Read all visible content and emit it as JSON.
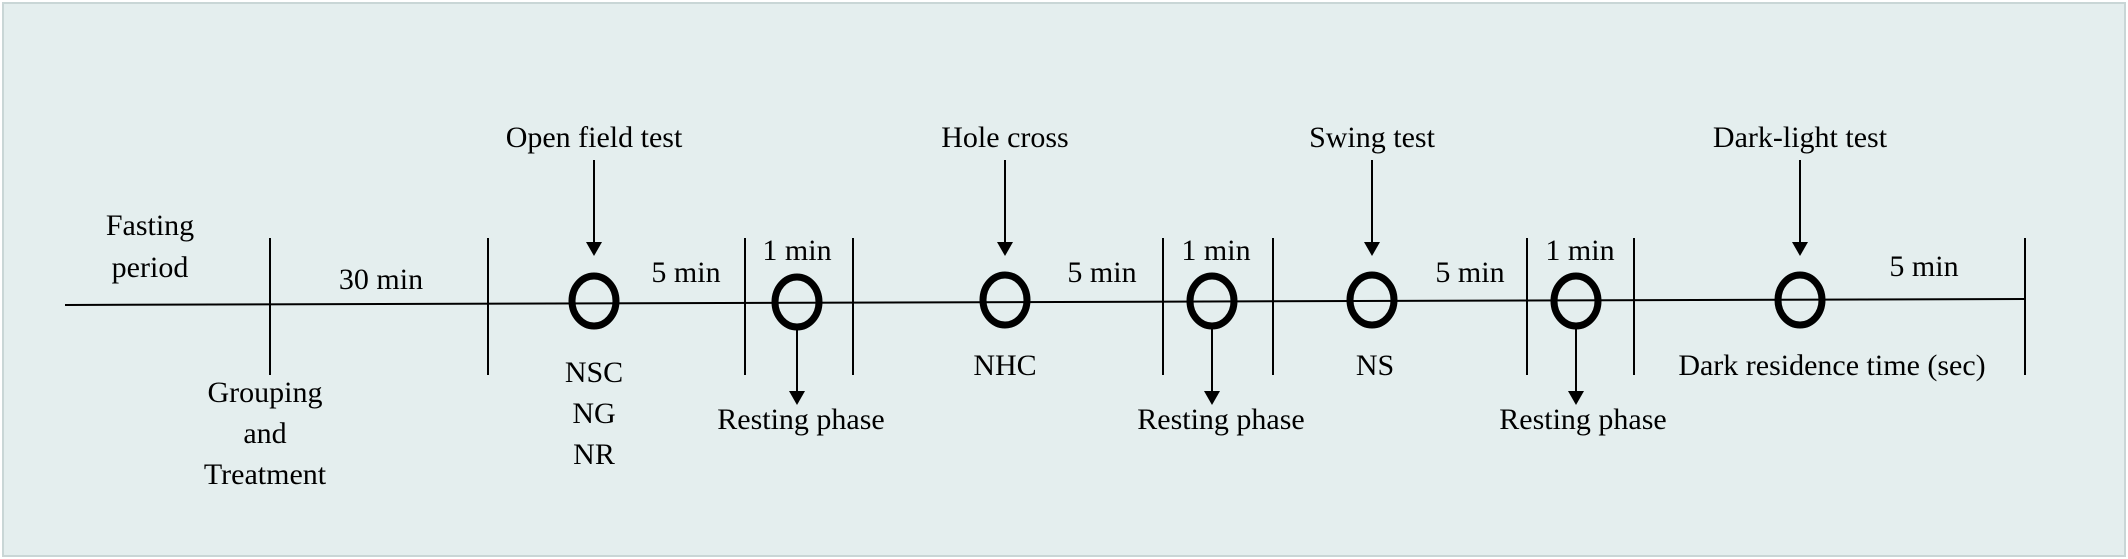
{
  "colors": {
    "background": "#e4eeee",
    "line": "#000000"
  },
  "stages": {
    "fasting": [
      "Fasting",
      "period"
    ],
    "grouping": [
      "Grouping",
      "and",
      "Treatment"
    ],
    "durations": {
      "d30": "30 min",
      "d5a": "5 min",
      "d1a": "1 min",
      "d5b": "5 min",
      "d1b": "1 min",
      "d5c": "5 min",
      "d1c": "1 min",
      "d5d": "5 min"
    }
  },
  "tests": {
    "open_field": {
      "label": "Open field test",
      "measures": [
        "NSC",
        "NG",
        "NR"
      ]
    },
    "hole_cross": {
      "label": "Hole cross",
      "measures": [
        "NHC"
      ]
    },
    "swing": {
      "label": "Swing test",
      "measures": [
        "NS"
      ]
    },
    "dark_light": {
      "label": "Dark-light test",
      "measures": [
        "Dark residence time (sec)"
      ]
    }
  },
  "resting": {
    "r1": "Resting phase",
    "r2": "Resting phase",
    "r3": "Resting phase"
  }
}
